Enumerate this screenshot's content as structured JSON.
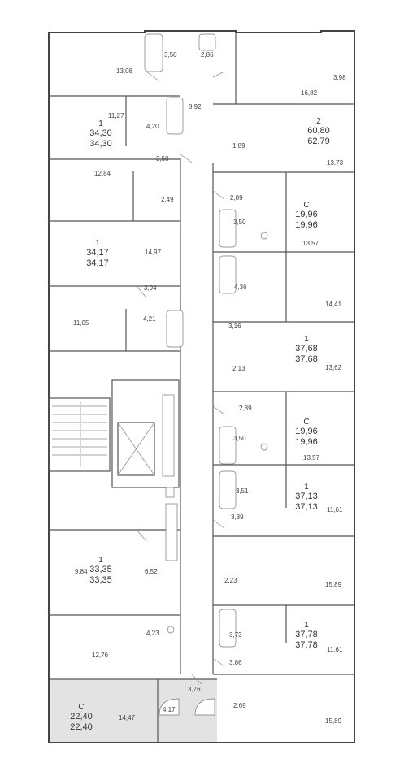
{
  "colors": {
    "wall": "#555555",
    "highlight": "#e3e3e3",
    "text": "#333333"
  },
  "apartments": [
    {
      "id": "a1",
      "type": "1",
      "area_living": "34,30",
      "area_total": "34,30"
    },
    {
      "id": "a2",
      "type": "2",
      "area_living": "60,80",
      "area_total": "62,79"
    },
    {
      "id": "a3",
      "type": "C",
      "area_living": "19,96",
      "area_total": "19,96"
    },
    {
      "id": "a4",
      "type": "1",
      "area_living": "34,17",
      "area_total": "34,17"
    },
    {
      "id": "a5",
      "type": "1",
      "area_living": "37,68",
      "area_total": "37,68"
    },
    {
      "id": "a6",
      "type": "C",
      "area_living": "19,96",
      "area_total": "19,96"
    },
    {
      "id": "a7",
      "type": "1",
      "area_living": "37,13",
      "area_total": "37,13"
    },
    {
      "id": "a8",
      "type": "1",
      "area_living": "33,35",
      "area_total": "33,35"
    },
    {
      "id": "a9",
      "type": "1",
      "area_living": "37,78",
      "area_total": "37,78"
    },
    {
      "id": "a10",
      "type": "C",
      "area_living": "22,40",
      "area_total": "22,40",
      "highlighted": true
    }
  ],
  "rooms": [
    "3,50",
    "2,86",
    "13,08",
    "16,82",
    "3,98",
    "8,92",
    "11,27",
    "4,20",
    "3,50",
    "1,89",
    "13.73",
    "12,84",
    "2,49",
    "2,89",
    "3,50",
    "13,57",
    "14,97",
    "4,36",
    "14,41",
    "3,94",
    "4,21",
    "11,05",
    "3,16",
    "2,13",
    "13,62",
    "2,89",
    "3,50",
    "13,57",
    "3,51",
    "11,61",
    "3,89",
    "9,84",
    "6,52",
    "2,23",
    "15,89",
    "4,23",
    "3,73",
    "11,61",
    "12,76",
    "3,86",
    "3,76",
    "2,69",
    "4,17",
    "14,47",
    "15,89"
  ]
}
